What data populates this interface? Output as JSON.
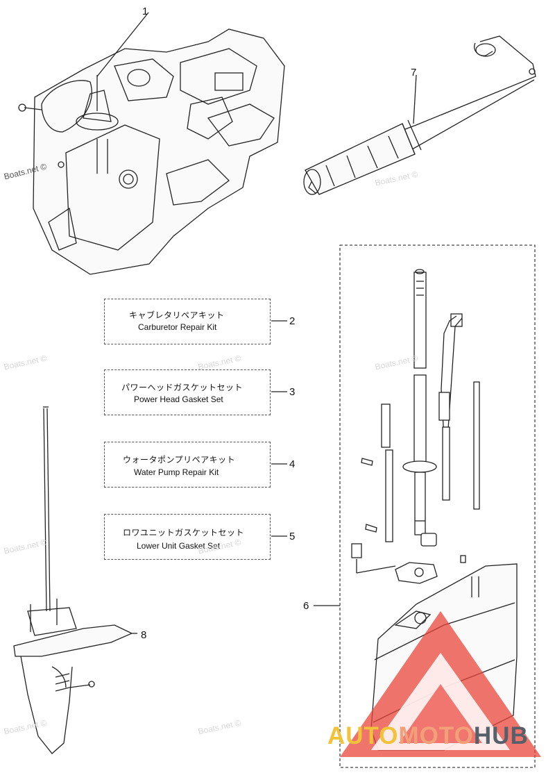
{
  "callouts": {
    "c1": "1",
    "c2": "2",
    "c3": "3",
    "c4": "4",
    "c5": "5",
    "c6": "6",
    "c7": "7",
    "c8": "8"
  },
  "kits": [
    {
      "jp": "キャブレタリペアキット",
      "en": "Carburetor Repair Kit"
    },
    {
      "jp": "パワーヘッドガスケットセット",
      "en": "Power Head Gasket Set"
    },
    {
      "jp": "ウォータポンプリペアキット",
      "en": "Water Pump Repair Kit"
    },
    {
      "jp": "ロワユニットガスケットセット",
      "en": "Lower Unit Gasket Set"
    }
  ],
  "watermarks": {
    "w1": "Boats.net ©",
    "w2": "Boats.net ©",
    "w3": "Boats.net ©",
    "w4": "Boats.net ©",
    "w5": "Boats.net ©",
    "w6": "Boats.net ©",
    "w7": "Boats.net ©",
    "w8": "Boats.net ©",
    "w9": "Boats.net ©"
  },
  "logo": {
    "part1": "AUTO",
    "part2": "MOTO",
    "part3": "HUB"
  },
  "colors": {
    "logo_auto": "#f2c33a",
    "logo_moto": "#f1a07a",
    "logo_hub": "#55606a",
    "logo_triangle": "#e9453a"
  }
}
